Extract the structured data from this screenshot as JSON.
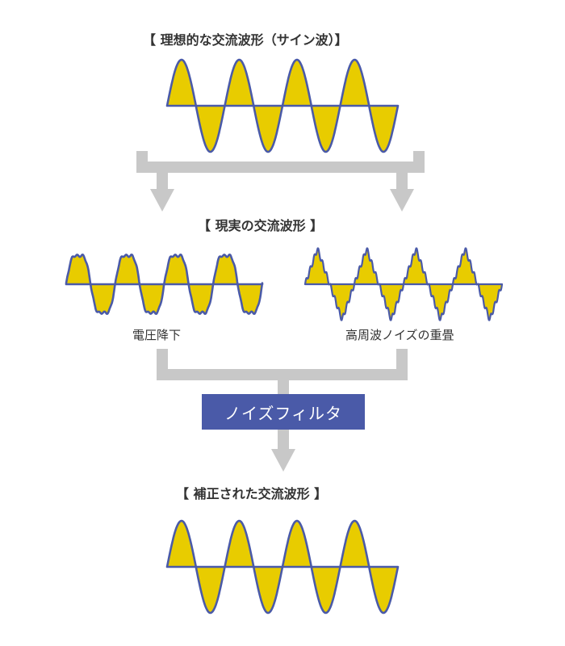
{
  "diagram": {
    "title_ideal": "【 理想的な交流波形（サイン波）】",
    "title_real": "【 現実の交流波形 】",
    "label_sag": "電圧降下",
    "label_noise": "高周波ノイズの重畳",
    "filter_label": "ノイズフィルタ",
    "title_corrected": "【 補正された交流波形 】",
    "colors": {
      "fill": "#e8cc00",
      "stroke": "#4a5aa8",
      "arrow": "#c8c8c8",
      "filter_bg": "#4a5aa8"
    }
  }
}
